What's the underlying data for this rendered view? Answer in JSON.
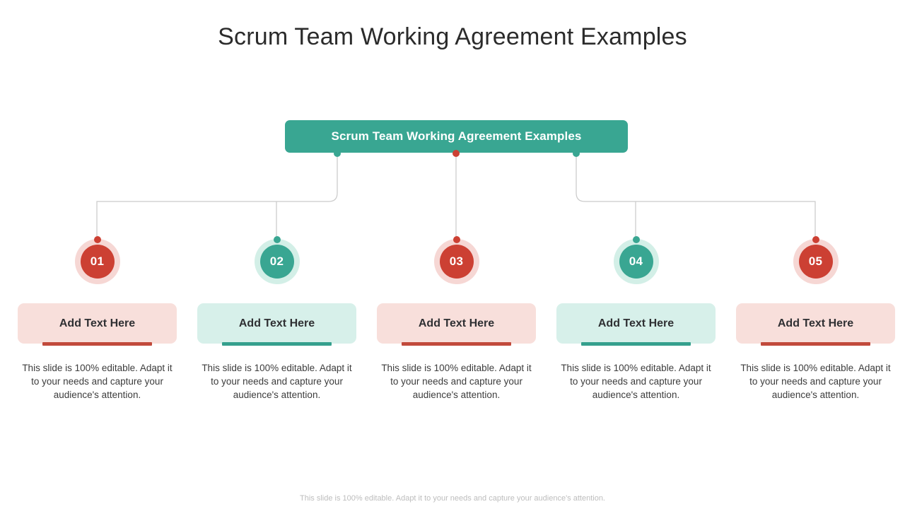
{
  "slide": {
    "title": "Scrum Team Working Agreement Examples",
    "footer": "This slide is 100% editable. Adapt it to your needs and capture your audience's attention."
  },
  "root": {
    "label": "Scrum Team Working Agreement Examples",
    "fill": "#39a692",
    "text_color": "#ffffff",
    "connector_dots": [
      {
        "name": "left-dot",
        "color": "#39a692"
      },
      {
        "name": "center-dot",
        "color": "#cc4033"
      },
      {
        "name": "right-dot",
        "color": "#39a692"
      }
    ]
  },
  "palette": {
    "red": "#cc4033",
    "red_halo": "#f6d7d4",
    "red_card": "#f8dfdb",
    "red_bar": "#c14a3c",
    "teal": "#39a692",
    "teal_halo": "#d3efe7",
    "teal_card": "#d7f0ea",
    "teal_bar": "#35a08d",
    "connector_line": "#c9c9c9",
    "title_text": "#2b2b2b",
    "body_text": "#3c3c3c",
    "footer_text": "#bdbdbd"
  },
  "columns": [
    {
      "number": "01",
      "accent": "red",
      "card_label": "Add Text Here",
      "body": "This slide is 100% editable. Adapt it to your needs and capture your audience's attention."
    },
    {
      "number": "02",
      "accent": "teal",
      "card_label": "Add Text Here",
      "body": "This slide is 100% editable. Adapt it to your needs and capture your audience's attention."
    },
    {
      "number": "03",
      "accent": "red",
      "card_label": "Add Text Here",
      "body": "This slide is 100% editable. Adapt it to your needs and capture your audience's attention."
    },
    {
      "number": "04",
      "accent": "teal",
      "card_label": "Add Text Here",
      "body": "This slide is 100% editable. Adapt it to your needs and capture your audience's attention."
    },
    {
      "number": "05",
      "accent": "red",
      "card_label": "Add Text Here",
      "body": "This slide is 100% editable. Adapt it to your needs and capture your audience's attention."
    }
  ]
}
